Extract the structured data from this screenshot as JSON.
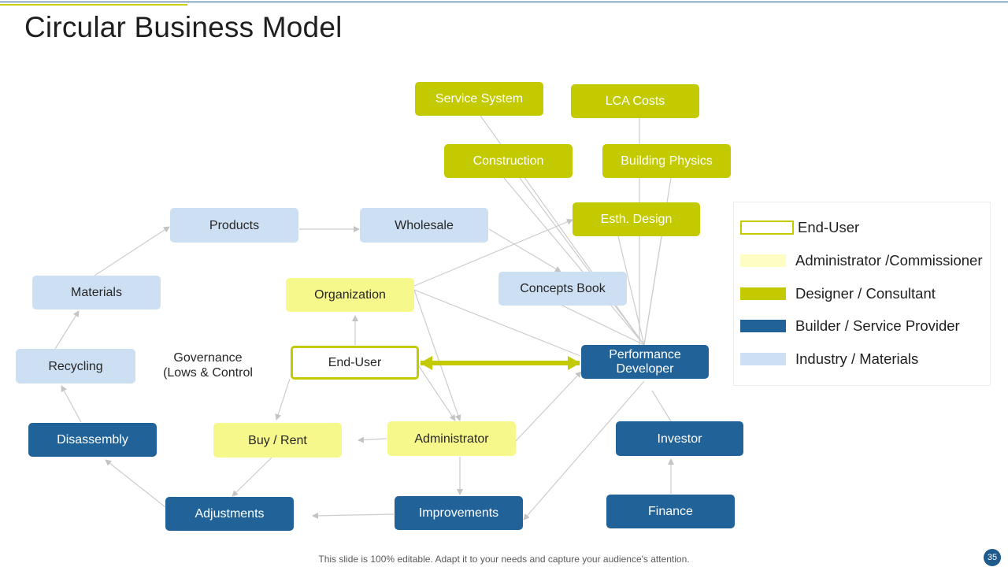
{
  "title": "Circular Business Model",
  "nodes": {
    "service_system": "Service System",
    "lca_costs": "LCA Costs",
    "construction": "Construction",
    "building_physics": "Building Physics",
    "esth_design": "Esth. Design",
    "products": "Products",
    "wholesale": "Wholesale",
    "concepts_book": "Concepts Book",
    "materials": "Materials",
    "organization": "Organization",
    "recycling": "Recycling",
    "governance_line1": "Governance",
    "governance_line2": "(Lows & Control",
    "end_user": "End-User",
    "performance_developer_line1": "Performance",
    "performance_developer_line2": "Developer",
    "disassembly": "Disassembly",
    "buy_rent": "Buy / Rent",
    "administrator": "Administrator",
    "investor": "Investor",
    "adjustments": "Adjustments",
    "improvements": "Improvements",
    "finance": "Finance"
  },
  "legend": {
    "items": [
      {
        "label": "End-User",
        "color": "#ffffff",
        "border": "#c3ca00"
      },
      {
        "label": "Administrator /Commissioner",
        "color": "#fdfdc4"
      },
      {
        "label": "Designer / Consultant",
        "color": "#c3ca00"
      },
      {
        "label": "Builder / Service Provider",
        "color": "#216399"
      },
      {
        "label": "Industry / Materials",
        "color": "#cde0f3"
      }
    ]
  },
  "colors": {
    "designer": "#c3ca00",
    "administrator": "#f7f88c",
    "builder": "#216399",
    "industry": "#cde0f3",
    "connector": "#c8c8c8"
  },
  "footer": "This slide is 100% editable. Adapt it to your needs and capture your audience's attention.",
  "page_number": "35"
}
